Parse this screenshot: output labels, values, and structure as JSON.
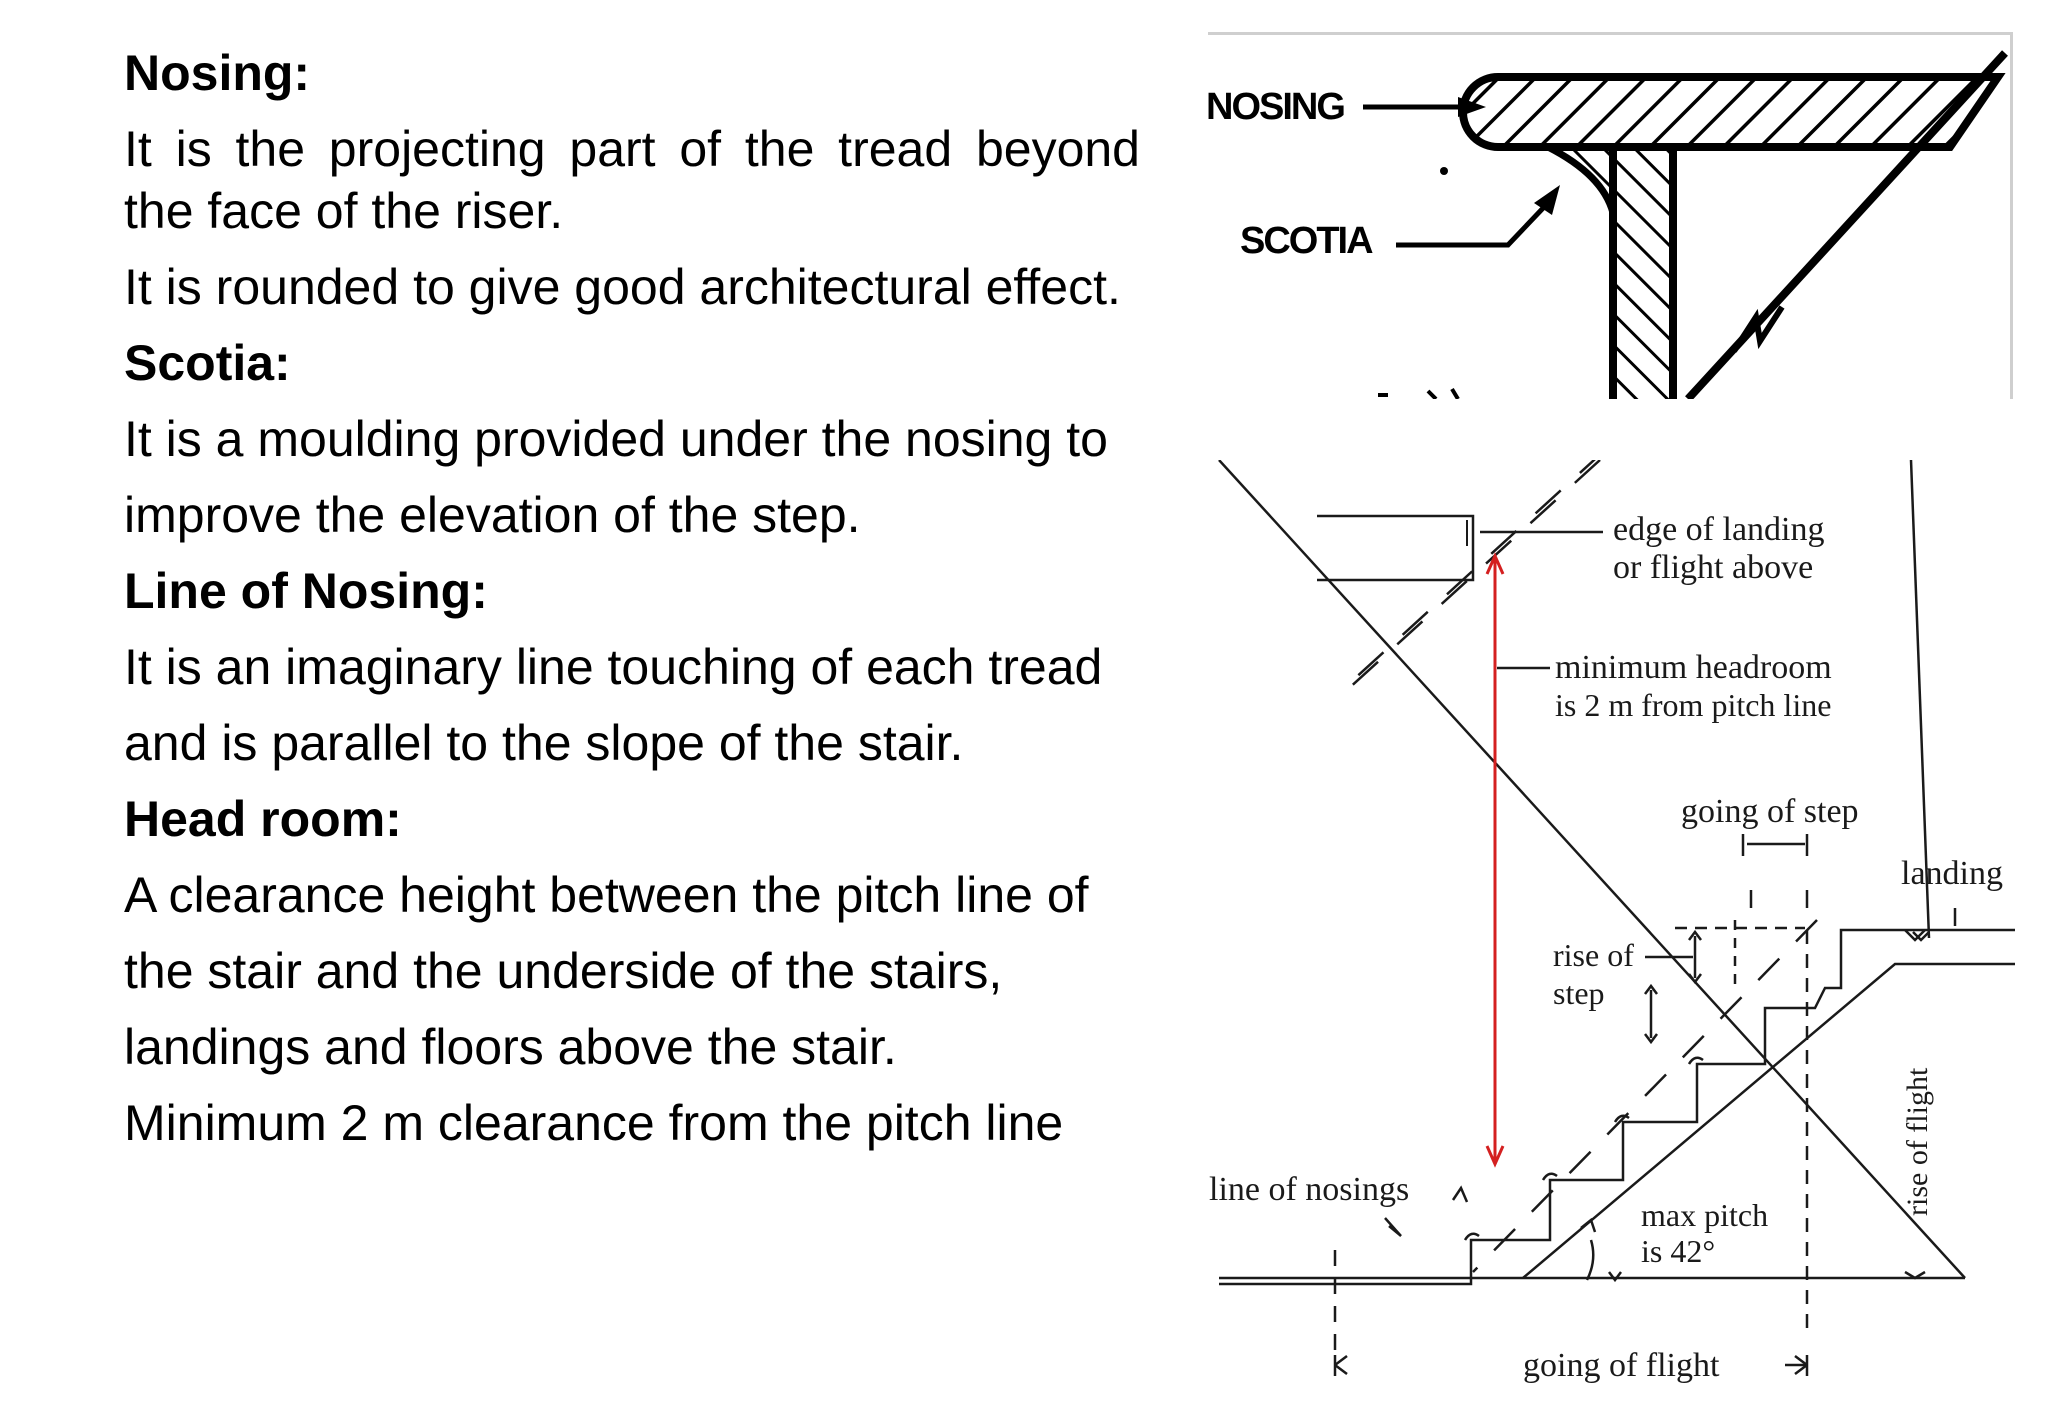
{
  "sections": [
    {
      "heading": "Nosing:",
      "paragraphs": [
        "It is the projecting part of the tread beyond the face of the riser.",
        "It is rounded to give good architectural effect."
      ]
    },
    {
      "heading": "Scotia:",
      "paragraphs": [
        "It is a moulding provided under the nosing to",
        "improve the elevation of the step."
      ]
    },
    {
      "heading": "Line of Nosing:",
      "paragraphs": [
        "It is an imaginary line touching of each tread",
        "and is parallel to the slope of the stair."
      ]
    },
    {
      "heading": "Head room:",
      "paragraphs": [
        "A clearance height between the pitch line of",
        "the stair and the underside of the stairs,",
        "landings and floors above the stair.",
        "Minimum 2 m clearance from the pitch line"
      ]
    }
  ],
  "figure_top": {
    "labels": {
      "nosing": "NOSING",
      "scotia": "SCOTIA"
    }
  },
  "figure_bottom": {
    "labels": {
      "edge_landing_1": "edge of landing",
      "edge_landing_2": "or flight above",
      "headroom_1": "minimum headroom",
      "headroom_2": "is 2 m from pitch line",
      "going_step": "going of step",
      "landing": "landing",
      "rise_step_1": "rise of",
      "rise_step_2": "step",
      "rise_flight": "rise of flight",
      "line_nosings": "line of nosings",
      "max_pitch_1": "max pitch",
      "max_pitch_2": "is 42°",
      "going_flight": "going of flight"
    },
    "colors": {
      "headroom_arrow": "#d42020",
      "line": "#1a1a1a"
    }
  }
}
